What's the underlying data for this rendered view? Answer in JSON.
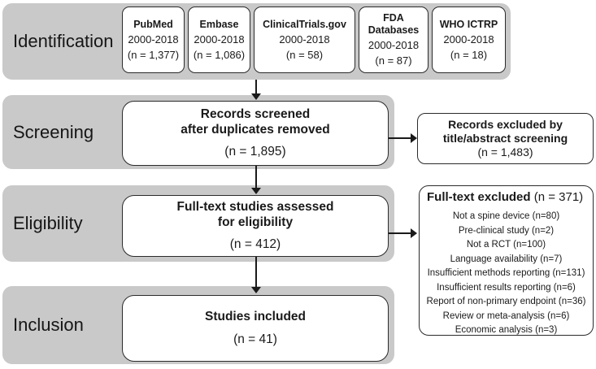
{
  "stages": {
    "identification": "Identification",
    "screening": "Screening",
    "eligibility": "Eligibility",
    "inclusion": "Inclusion"
  },
  "sources": [
    {
      "name": "PubMed",
      "years": "2000-2018",
      "count": "(n = 1,377)"
    },
    {
      "name": "Embase",
      "years": "2000-2018",
      "count": "(n = 1,086)"
    },
    {
      "name": "ClinicalTrials.gov",
      "years": "2000-2018",
      "count": "(n = 58)"
    },
    {
      "name": "FDA Databases",
      "years": "2000-2018",
      "count": "(n = 87)"
    },
    {
      "name": "WHO ICTRP",
      "years": "2000-2018",
      "count": "(n = 18)"
    }
  ],
  "boxes": {
    "screened": {
      "title_line1": "Records screened",
      "title_line2": "after duplicates removed",
      "count": "(n = 1,895)"
    },
    "title_abstract_excluded": {
      "title_line1": "Records excluded by",
      "title_line2": "title/abstract screening",
      "count": "(n = 1,483)"
    },
    "fulltext_assessed": {
      "title_line1": "Full-text studies assessed",
      "title_line2": "for eligibility",
      "count": "(n = 412)"
    },
    "fulltext_excluded": {
      "title": "Full-text excluded",
      "count": "(n = 371)",
      "reasons": [
        "Not a spine device (n=80)",
        "Pre-clinical study (n=2)",
        "Not a RCT (n=100)",
        "Language availability (n=7)",
        "Insufficient methods reporting (n=131)",
        "Insufficient results reporting (n=6)",
        "Report of non-primary endpoint (n=36)",
        "Review or meta-analysis (n=6)",
        "Economic analysis (n=3)"
      ]
    },
    "included": {
      "title_line1": "Studies included",
      "count": "(n = 41)"
    }
  },
  "colors": {
    "stage_band": "#c9c9c9",
    "box_background": "#ffffff",
    "box_border": "#2b2b2b",
    "arrow": "#1a1a1a",
    "text": "#1a1a1a"
  }
}
